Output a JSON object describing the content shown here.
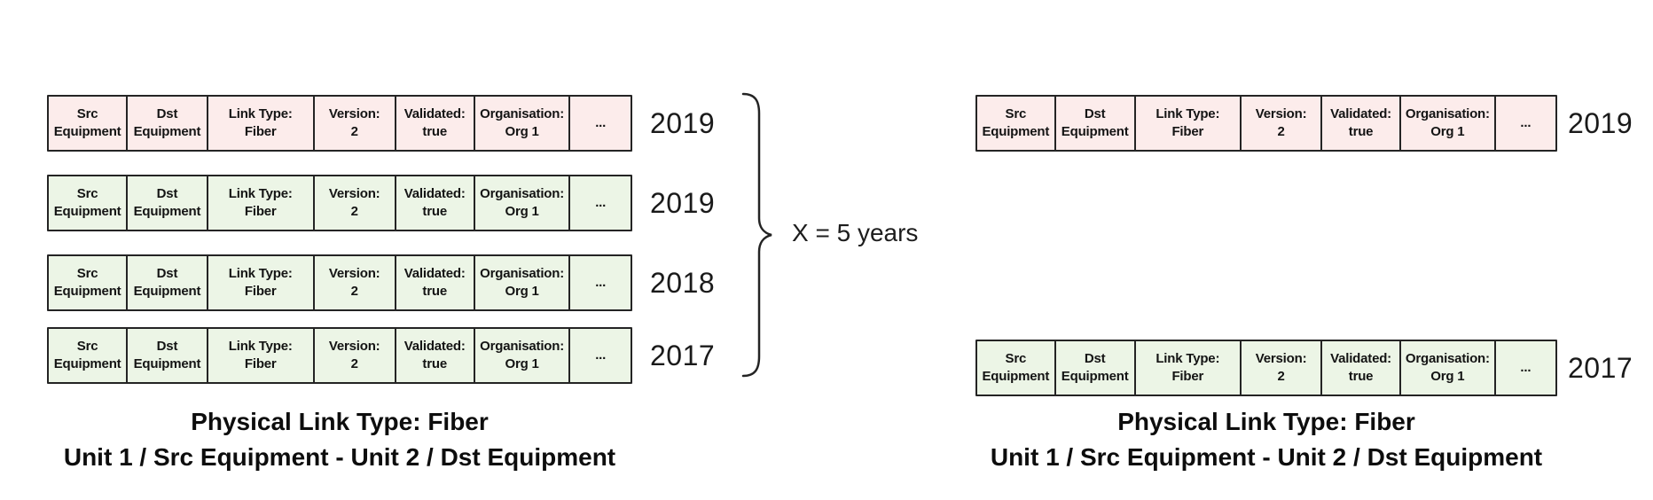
{
  "colors": {
    "row_pink": "#fceceb",
    "row_green": "#ecf5e6",
    "border": "#242424",
    "ink": "#141414"
  },
  "record_cells": [
    {
      "line1": "Src",
      "line2": "Equipment"
    },
    {
      "line1": "Dst",
      "line2": "Equipment"
    },
    {
      "line1": "Link Type:",
      "line2": "Fiber"
    },
    {
      "line1": "Version:",
      "line2": "2"
    },
    {
      "line1": "Validated:",
      "line2": "true"
    },
    {
      "line1": "Organisation:",
      "line2": "Org 1"
    },
    {
      "line1": "...",
      "line2": ""
    }
  ],
  "left_panel": {
    "rows": [
      {
        "year": "2019",
        "variant": "pink"
      },
      {
        "year": "2019",
        "variant": "green"
      },
      {
        "year": "2018",
        "variant": "green"
      },
      {
        "year": "2017",
        "variant": "green"
      }
    ],
    "caption_line1": "Physical Link Type: Fiber",
    "caption_line2": "Unit 1 / Src Equipment - Unit 2 / Dst Equipment"
  },
  "annotation": {
    "label": "X = 5 years"
  },
  "right_panel": {
    "rows": [
      {
        "year": "2019",
        "variant": "pink"
      },
      {
        "year": "2017",
        "variant": "green"
      }
    ],
    "caption_line1": "Physical Link Type: Fiber",
    "caption_line2": "Unit 1 / Src Equipment - Unit 2 / Dst Equipment"
  }
}
